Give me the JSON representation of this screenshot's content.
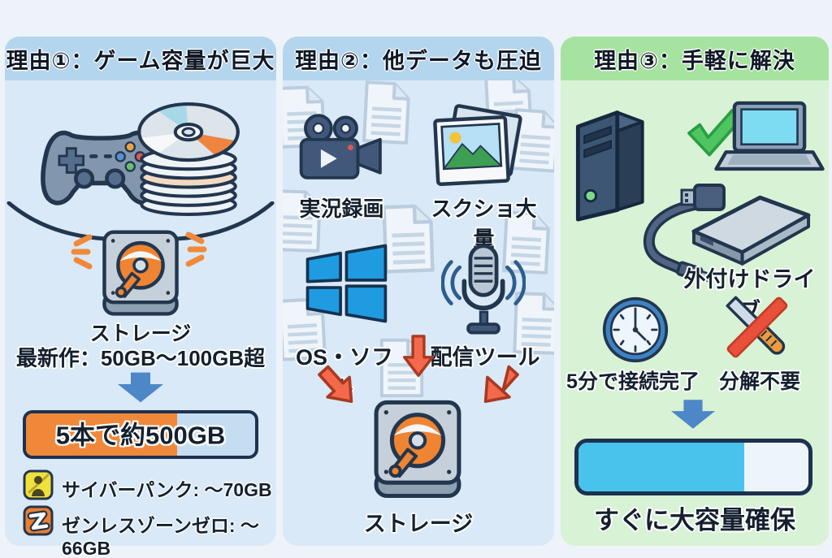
{
  "panel1": {
    "title": "理由①：ゲーム容量が巨大",
    "storage_label": "ストレージ",
    "size_note": "最新作：50GB〜100GB超",
    "bar": {
      "label": "5本で約500GB",
      "fill_percent": 66,
      "fill_color": "#f0883a"
    },
    "games": [
      {
        "icon": "cyberpunk-game-icon",
        "label": "サイバーパンク: 〜70GB"
      },
      {
        "icon": "zzz-game-icon",
        "label": "ゼンレスゾーンゼロ: 〜66GB",
        "letter": "Z"
      }
    ]
  },
  "panel2": {
    "title": "理由②：他データも圧迫",
    "item_recording": "実況録画",
    "item_screenshots": "スクショ大量",
    "item_os": "OS・ソフト",
    "item_streaming": "配信ツール",
    "storage_label": "ストレージ"
  },
  "panel3": {
    "title": "理由③：手軽に解決",
    "drive_label": "外付けドライブ",
    "time_label": "5分で接続完了",
    "no_disassembly_label": "分解不要",
    "result_label": "すぐに大容量確保",
    "bar": {
      "fill_percent": 72,
      "fill_color": "#49c3ec"
    }
  },
  "colors": {
    "page_bg": "#eef3f9",
    "panel_blue_body": "#d9e9f7",
    "panel_blue_header": "#b4d5ee",
    "panel_green_body": "#d8f2d5",
    "panel_green_header": "#a6e3a0",
    "outline_navy": "#22364e",
    "accent_orange": "#f0883a",
    "accent_blue_arrow": "#4d87c7",
    "accent_cyan": "#49c3ec",
    "accent_red_arrow": "#f4694c",
    "windows_blue": "#1f9be2",
    "check_green": "#4fc561"
  }
}
